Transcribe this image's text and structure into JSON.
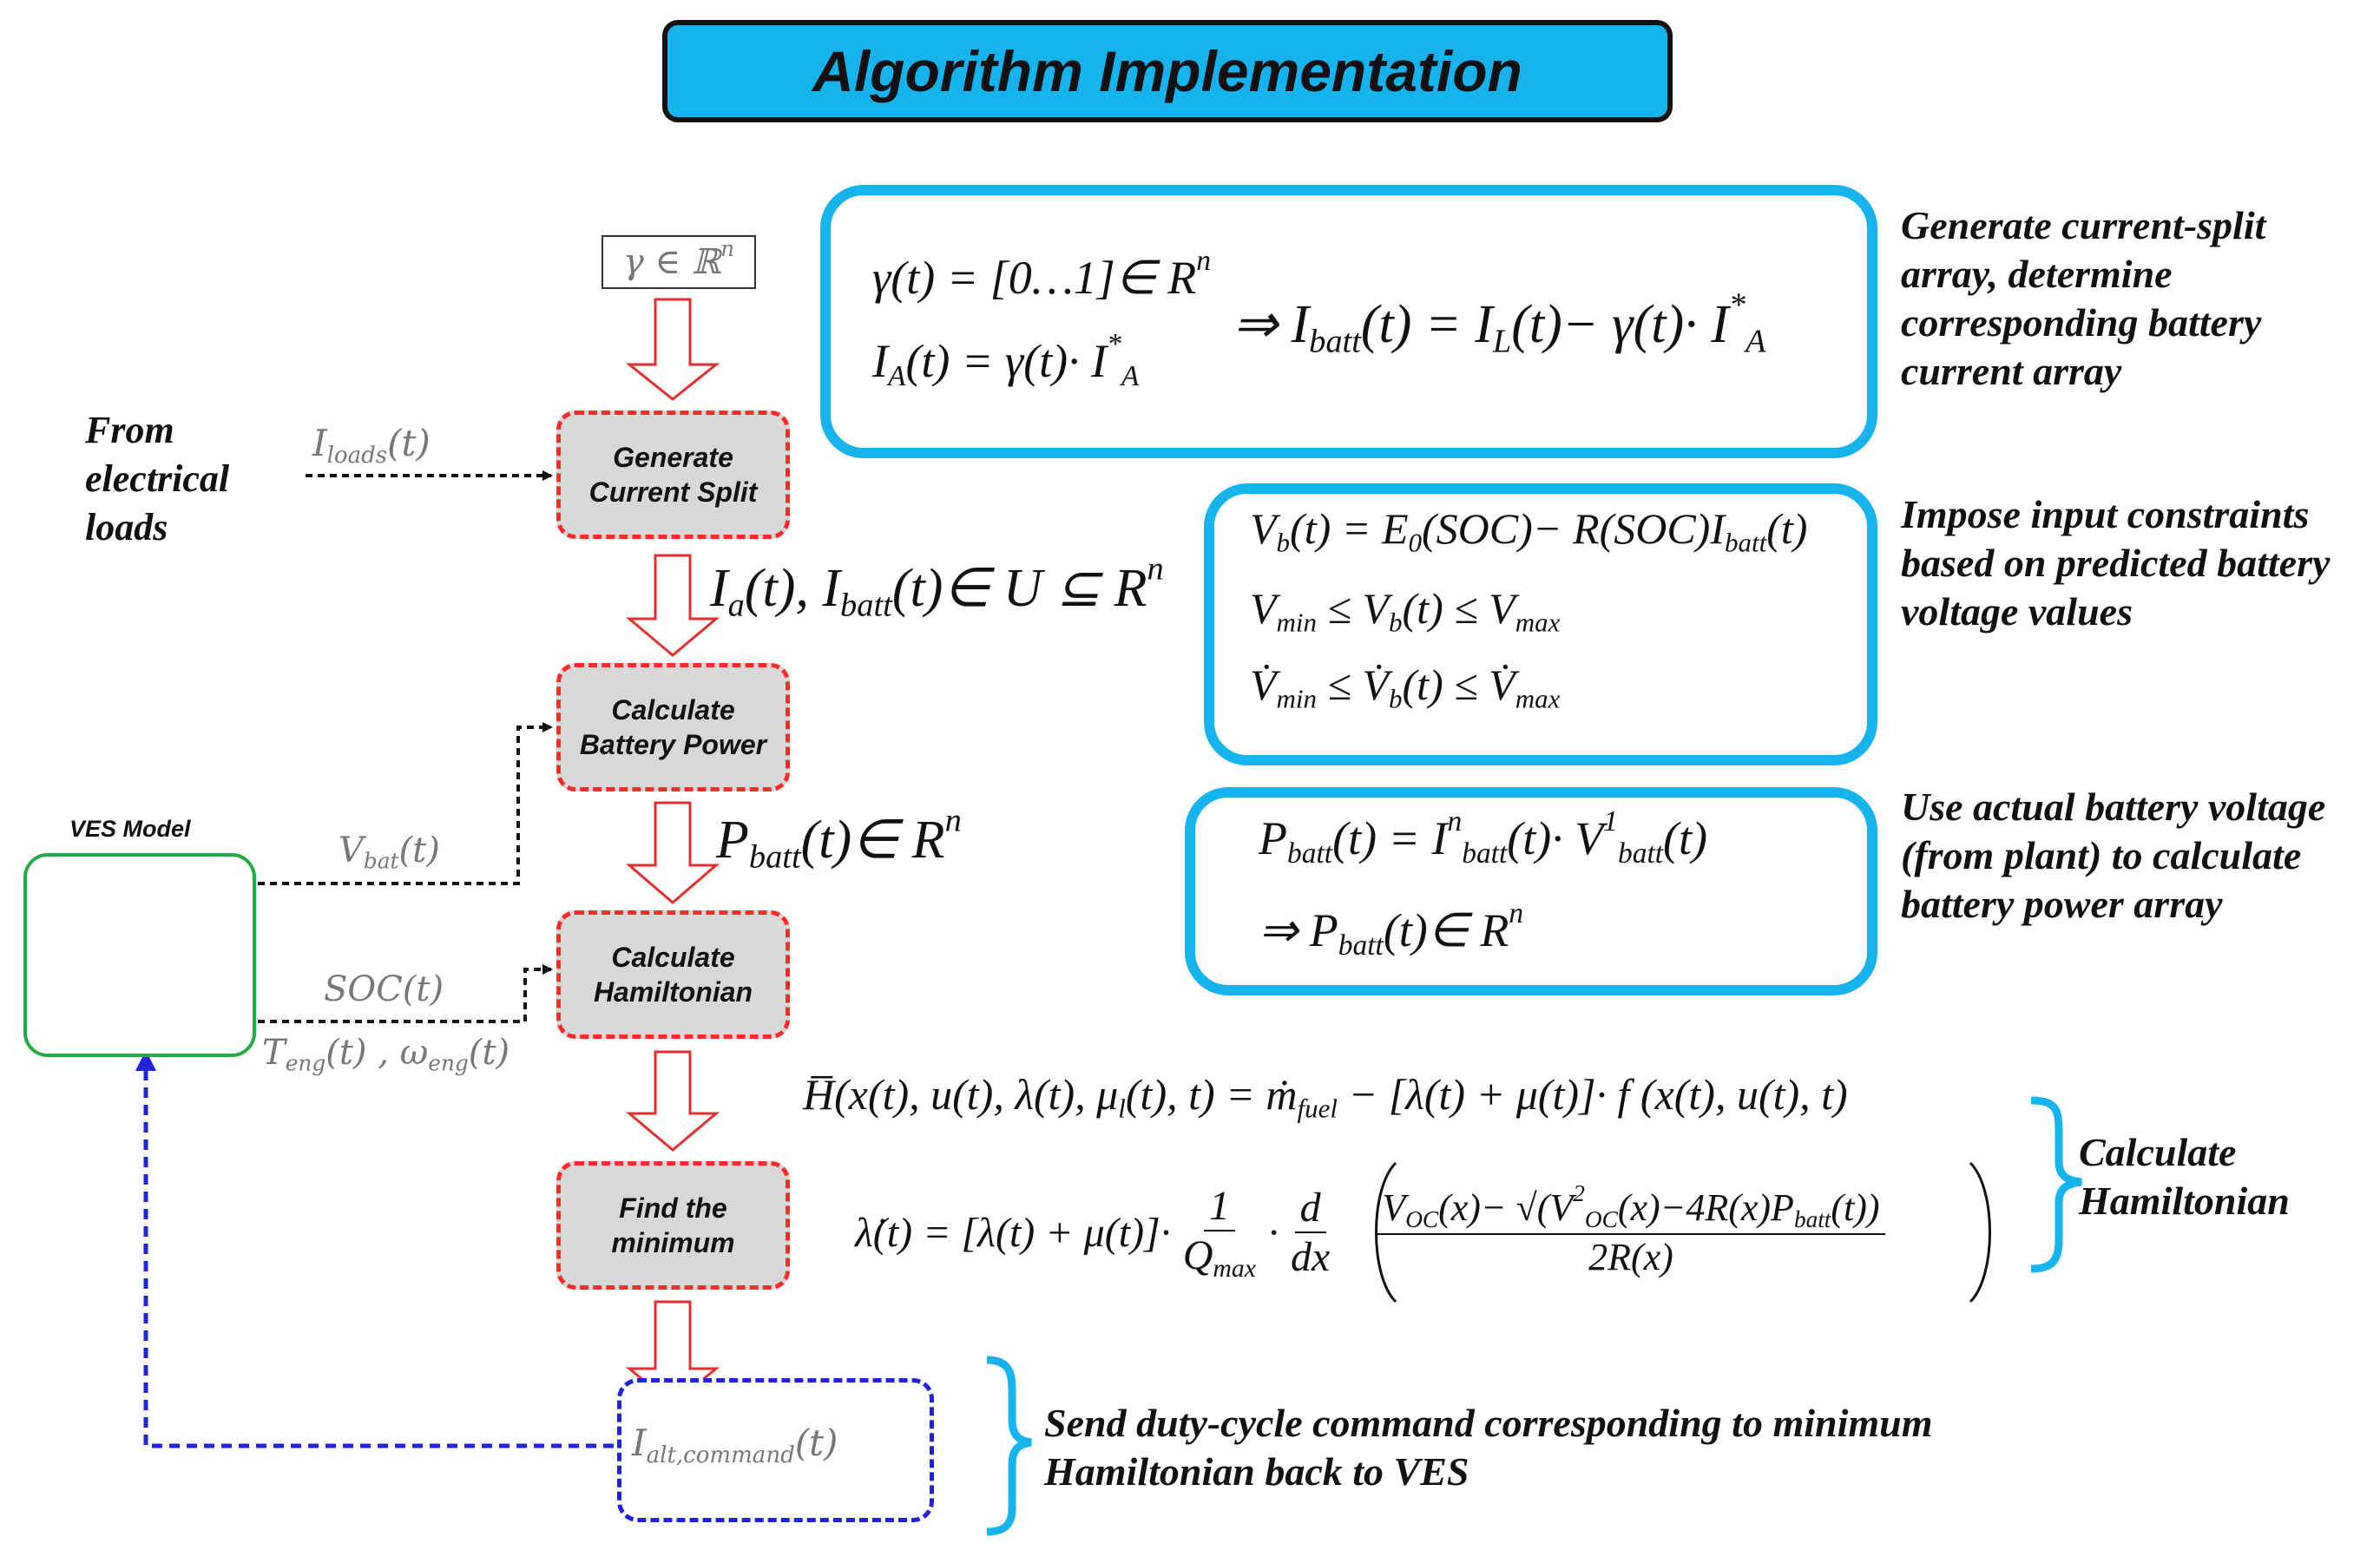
{
  "title": "Algorithm Implementation",
  "inputs": {
    "gamma_space": "γ ∈ ℝ",
    "gamma_space_exp": "n",
    "from_loads": "From electrical loads",
    "i_loads": "I",
    "i_loads_sub": "loads",
    "i_loads_arg": "(t)"
  },
  "steps": [
    {
      "label": "Generate Current Split"
    },
    {
      "label": "Calculate Battery Power"
    },
    {
      "label": "Calculate Hamiltonian"
    },
    {
      "label": "Find the minimum"
    }
  ],
  "between_labels": {
    "ia_ibatt": "I",
    "ia_sub": "a",
    "ia_rest1": "(t), I",
    "ibatt_sub": "batt",
    "ia_rest2": "(t)∈ U ⊆ R",
    "ia_exp": "n",
    "pbatt": "P",
    "pbatt_sub": "batt",
    "pbatt_rest": "(t)∈ R",
    "pbatt_exp": "n"
  },
  "ves": {
    "label": "VES Model",
    "v_bat": "V",
    "v_bat_sub": "bat",
    "v_bat_arg": "(t)",
    "soc": "SOC(t)",
    "t_eng": "T",
    "t_eng_sub": "eng",
    "t_eng_arg": "(t)  ,  ω",
    "w_eng_sub": "eng",
    "w_eng_arg": "(t)"
  },
  "command": {
    "i_alt": "I",
    "i_alt_sub": "alt,command",
    "i_alt_arg": "(t)"
  },
  "descriptions": {
    "split": "Generate current-split array, determine corresponding battery current array",
    "constraints": "Impose input constraints based on predicted battery voltage values",
    "power": "Use actual battery voltage (from plant) to calculate battery power array",
    "hamiltonian": "Calculate Hamiltonian",
    "send": "Send duty-cycle command corresponding to minimum Hamiltonian back to VES"
  },
  "equations": {
    "split_1": "γ(t) = [0…1]∈ R",
    "split_1_exp": "n",
    "split_2a": "I",
    "split_2a_sub": "A",
    "split_2b": "(t) = γ(t)· I",
    "split_2b_sup": "*",
    "split_2b_sub": "A",
    "split_r1": "⇒ I",
    "split_r1_sub": "batt",
    "split_r2": "(t) = I",
    "split_r2_sub": "L",
    "split_r3": "(t)− γ(t)· I",
    "split_r3_sup": "*",
    "split_r3_sub": "A",
    "vb_line": "V",
    "vb_sub": "b",
    "vb_rest1": "(t) = E",
    "vb_e0_sub": "0",
    "vb_rest2": "(SOC)− R(SOC)I",
    "vb_ib_sub": "batt",
    "vb_rest3": "(t)",
    "vmin_a": "V",
    "vmin_sub": "min",
    "vmin_b": " ≤ V",
    "vmin_vb_sub": "b",
    "vmin_c": "(t) ≤ V",
    "vmax_sub": "max",
    "vdmin_a": "V̇",
    "vdmin_sub": "min",
    "vdmin_b": " ≤ V̇",
    "vdmin_vb_sub": "b",
    "vdmin_c": "(t) ≤ V̇",
    "vdmax_sub": "max",
    "p1_a": "P",
    "p1_a_sub": "batt",
    "p1_b": "(t) = I",
    "p1_b_sup": "n",
    "p1_b_sub": "batt",
    "p1_c": "(t)· V",
    "p1_c_sup": "1",
    "p1_c_sub": "batt",
    "p1_d": "(t)",
    "p2_a": "⇒ P",
    "p2_a_sub": "batt",
    "p2_b": "(t)∈ R",
    "p2_b_sup": "n",
    "h_line": "H̅(x(t), u(t), λ(t), μ",
    "h_mu_sub": "l",
    "h_line2": "(t), t) = ṁ",
    "h_fuel_sub": "fuel",
    "h_line3": " − [λ(t) + μ(t)]· f (x(t), u(t), t)",
    "ld_a": "λ̇(t) = [λ(t) + μ(t)]·",
    "ld_one": "1",
    "ld_q": "Q",
    "ld_q_sub": "max",
    "ld_d": "d",
    "ld_dx": "dx",
    "ld_num_a": "V",
    "ld_num_a_sub": "OC",
    "ld_num_b": "(x)− √(V",
    "ld_num_b_sup": "2",
    "ld_num_b_sub": "OC",
    "ld_num_c": "(x)−4R(x)P",
    "ld_num_c_sub": "batt",
    "ld_num_d": "(t))",
    "ld_den": "2R(x)"
  },
  "colors": {
    "title_fill": "#16b4ef",
    "eq_border": "#16b4ef",
    "proc_border": "#ff2b2b",
    "proc_fill": "#d8d8d8",
    "ves_border": "#22aa44",
    "command_border": "#2222dd"
  },
  "icons": [
    "battery-icon",
    "engine-icon",
    "alternator-icon"
  ]
}
